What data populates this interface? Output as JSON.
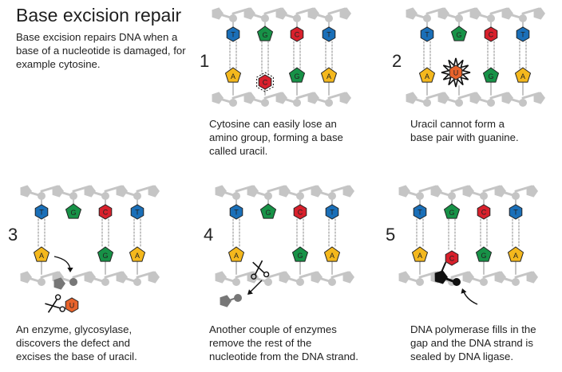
{
  "title": "Base excision repair",
  "intro": "Base excision repairs DNA when a base of a nucleotide is damaged, for example cytosine.",
  "colors": {
    "backbone": "#c5c5c5",
    "T": "#1a6fb8",
    "G": "#179247",
    "C": "#d8202c",
    "A": "#f4b81d",
    "U": "#e8632b",
    "black": "#111111"
  },
  "steps": [
    {
      "number": "1",
      "caption_lines": [
        "Cytosine can easily lose an",
        "amino group, forming a base",
        "called uracil."
      ]
    },
    {
      "number": "2",
      "caption_lines": [
        "Uracil cannot form a",
        "base pair with guanine."
      ]
    },
    {
      "number": "3",
      "caption_lines": [
        "An enzyme, glycosylase,",
        "discovers the defect and",
        "excises the base of uracil."
      ]
    },
    {
      "number": "4",
      "caption_lines": [
        "Another couple of enzymes",
        "remove the rest of the",
        "nucleotide from the DNA strand."
      ]
    },
    {
      "number": "5",
      "caption_lines": [
        "DNA polymerase fills in the",
        "gap and the DNA strand is",
        "sealed by DNA ligase."
      ]
    }
  ],
  "bases": {
    "T": "T",
    "G": "G",
    "C": "C",
    "A": "A",
    "U": "U"
  }
}
